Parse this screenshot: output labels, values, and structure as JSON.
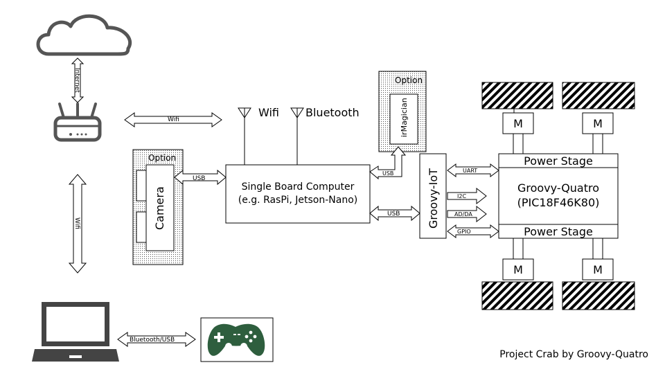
{
  "labels": {
    "internet": "Internet",
    "wifi_router_pc": "Wifi",
    "wifi_router_sbc": "Wifi",
    "wifi_antenna": "Wifi",
    "bluetooth_antenna": "Bluetooth",
    "option_camera": "Option",
    "camera": "Camera",
    "usb_camera": "USB",
    "sbc_line1": "Single Board Computer",
    "sbc_line2": "(e.g. RasPi, Jetson-Nano)",
    "option_irmagician": "Option",
    "irmagician": "irMagician",
    "usb_irmagician": "USB",
    "usb_iot": "USB",
    "groovy_iot": "Groovy-IoT",
    "uart": "UART",
    "i2c": "I2C",
    "adda": "AD/DA",
    "gpio": "GPIO",
    "power_stage_top": "Power Stage",
    "quatro_line1": "Groovy-Quatro",
    "quatro_line2": "(PIC18F46K80)",
    "power_stage_bottom": "Power Stage",
    "motor": "M",
    "bluetooth_usb": "Bluetooth/USB",
    "footer": "Project Crab by Groovy-Quatro"
  },
  "colors": {
    "line": "#000000",
    "icon_gray": "#555555",
    "gamepad_green": "#2e5e3e",
    "dot_fill": "#bfbfbf"
  },
  "icons": [
    "cloud-icon",
    "router-icon",
    "laptop-icon",
    "gamepad-icon",
    "antenna-icon"
  ]
}
